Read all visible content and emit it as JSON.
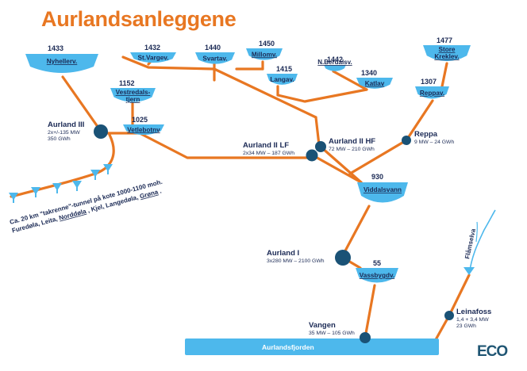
{
  "title": "Aurlandsanleggene",
  "logo": "ECO",
  "colors": {
    "pipe": "#e87722",
    "reservoir": "#4db8ec",
    "station": "#1a5276",
    "text_dark": "#1b2a55",
    "underline": "#d9534f"
  },
  "reservoirs": [
    {
      "name": "Nyhellerv.",
      "level": "1433",
      "underline": true
    },
    {
      "name": "St.Vargev.",
      "level": "1432",
      "underline": false
    },
    {
      "name": "Svartav.",
      "level": "1440",
      "underline": false
    },
    {
      "name": "Millomv.",
      "level": "1450",
      "underline": true
    },
    {
      "name": "Langav.",
      "level": "1415",
      "underline": false
    },
    {
      "name": "N.Berdalsv.",
      "level": "1442",
      "underline": true
    },
    {
      "name": "Katlav",
      "level": "1340",
      "underline": true
    },
    {
      "name": "Store Kreklev.",
      "level": "1477",
      "underline": true
    },
    {
      "name": "Reppav.",
      "level": "1307",
      "underline": true
    },
    {
      "name": "Vestredals-tjern",
      "level": "1152",
      "underline": true
    },
    {
      "name": "Vetlebotnv",
      "level": "1025",
      "underline": true
    },
    {
      "name": "Viddalsvann",
      "level": "930",
      "underline": true
    },
    {
      "name": "Vassbygdv.",
      "level": "55",
      "underline": true
    }
  ],
  "stations": [
    {
      "name": "Aurland III",
      "specs": [
        "2x+/-135 MW",
        "350 GWh"
      ]
    },
    {
      "name": "Aurland II LF",
      "specs": [
        "2x34 MW – 187 GWh"
      ]
    },
    {
      "name": "Aurland II HF",
      "specs": [
        "72 MW – 210 GWh"
      ]
    },
    {
      "name": "Reppa",
      "specs": [
        "9 MW – 24 GWh"
      ]
    },
    {
      "name": "Aurland I",
      "specs": [
        "3x280 MW – 2100 GWh"
      ]
    },
    {
      "name": "Vangen",
      "specs": [
        "35 MW – 105 GWh"
      ]
    },
    {
      "name": "Leinafoss",
      "specs": [
        "1,4 + 3,4 MW",
        "23 GWh"
      ]
    }
  ],
  "tunnel_note": {
    "line1": "Ca. 20 km \"takrenne\"-tunnel på kote 1000-1100 moh.",
    "line2_parts": [
      "Furedøla, Leita, ",
      "Norddøla",
      ", Kjel, Langedøla, ",
      "Grøna",
      "."
    ]
  },
  "river_label": "Flåmselva",
  "fjord_label": "Aurlandsfjorden"
}
